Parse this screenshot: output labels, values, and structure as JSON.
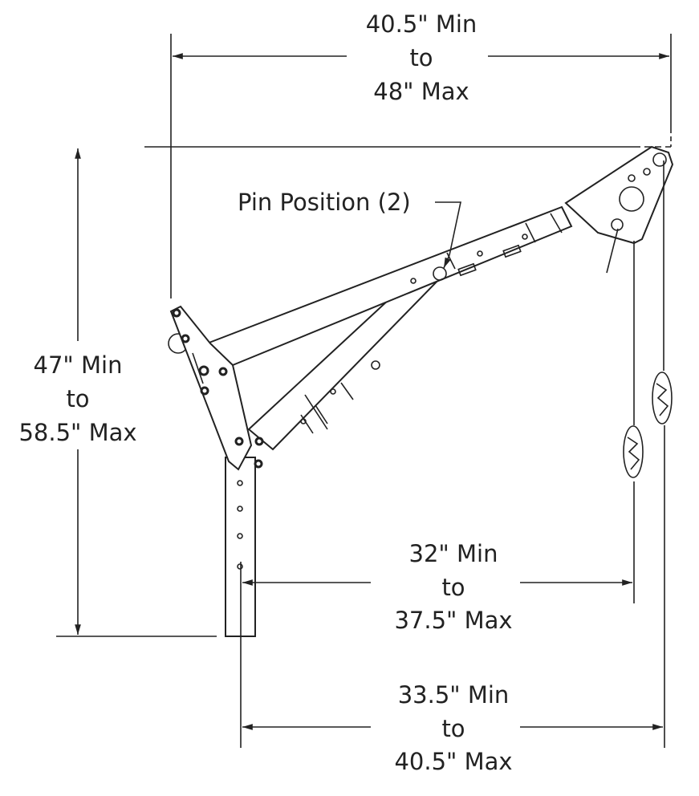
{
  "dimensions": {
    "top_width": {
      "min": "40.5\" Min",
      "to": "to",
      "max": "48\" Max"
    },
    "height": {
      "min": "47\" Min",
      "to": "to",
      "max": "58.5\" Max"
    },
    "inner_reach": {
      "min": "32\" Min",
      "to": "to",
      "max": "37.5\" Max"
    },
    "outer_reach": {
      "min": "33.5\" Min",
      "to": "to",
      "max": "40.5\" Max"
    }
  },
  "callouts": {
    "pin_position": "Pin Position (2)"
  }
}
